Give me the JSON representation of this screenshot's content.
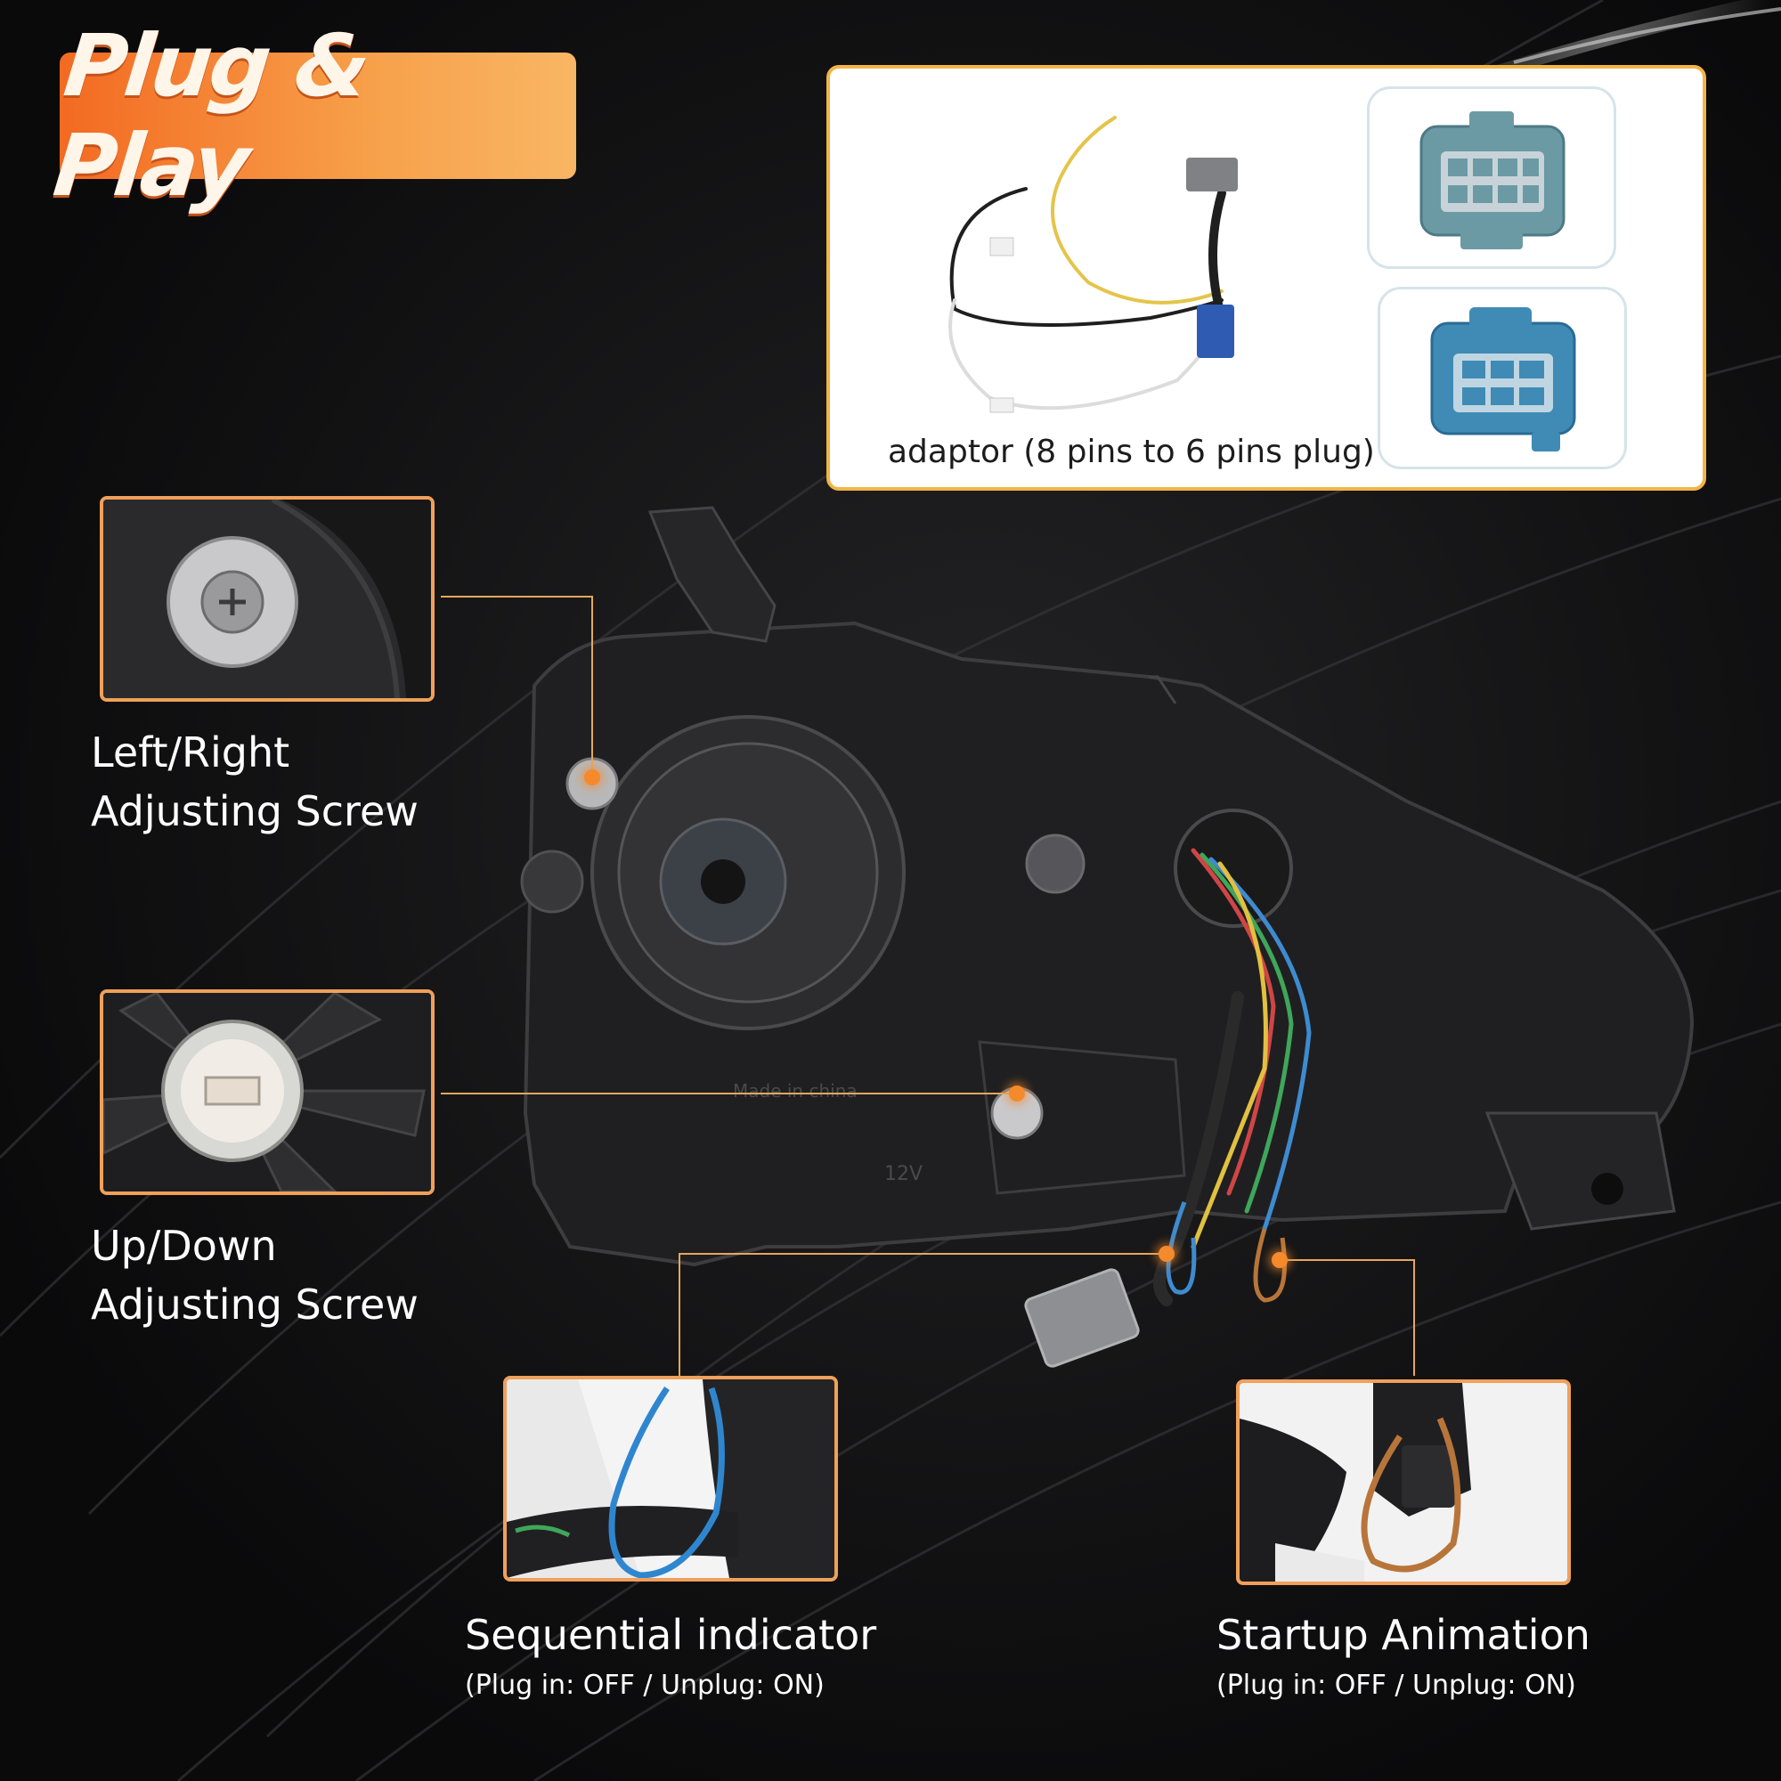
{
  "title": "Plug & Play",
  "adaptor": {
    "caption": "adaptor (8 pins to 6 pins plug)"
  },
  "callouts": {
    "left_right": {
      "line1": "Left/Right",
      "line2": "Adjusting Screw"
    },
    "up_down": {
      "line1": "Up/Down",
      "line2": "Adjusting Screw"
    },
    "sequential": {
      "title": "Sequential indicator",
      "note": "(Plug in: OFF / Unplug: ON)"
    },
    "startup": {
      "title": "Startup Animation",
      "note": "(Plug in: OFF / Unplug: ON)"
    }
  },
  "housing_text": {
    "made_in": "Made in china",
    "voltage": "12V"
  },
  "colors": {
    "accent": "#f58a2c",
    "badge_start": "#f36a22",
    "badge_end": "#f9b664",
    "panel_border": "#f3b447",
    "background": "#0b0b0c"
  }
}
